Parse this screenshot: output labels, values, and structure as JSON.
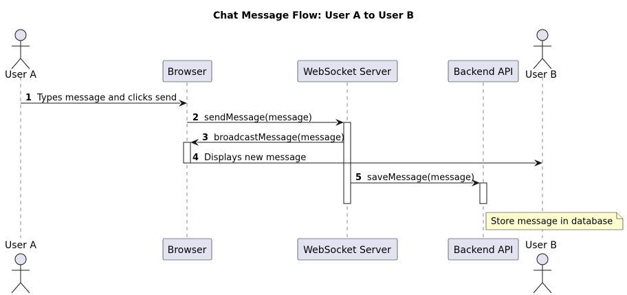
{
  "diagram": {
    "title": "Chat Message Flow: User A to User B",
    "participants": [
      {
        "id": "user_a",
        "label": "User A",
        "kind": "actor"
      },
      {
        "id": "browser",
        "label": "Browser",
        "kind": "participant"
      },
      {
        "id": "ws",
        "label": "WebSocket Server",
        "kind": "participant"
      },
      {
        "id": "api",
        "label": "Backend API",
        "kind": "participant"
      },
      {
        "id": "user_b",
        "label": "User B",
        "kind": "actor"
      }
    ],
    "messages": [
      {
        "num": "1",
        "label": "Types message and clicks send",
        "from": "user_a",
        "to": "browser"
      },
      {
        "num": "2",
        "label": "sendMessage(message)",
        "from": "browser",
        "to": "ws"
      },
      {
        "num": "3",
        "label": "broadcastMessage(message)",
        "from": "ws",
        "to": "browser"
      },
      {
        "num": "4",
        "label": "Displays new message",
        "from": "browser",
        "to": "user_b"
      },
      {
        "num": "5",
        "label": "saveMessage(message)",
        "from": "ws",
        "to": "api"
      }
    ],
    "note": {
      "text": "Store message in database",
      "over": "api"
    }
  }
}
